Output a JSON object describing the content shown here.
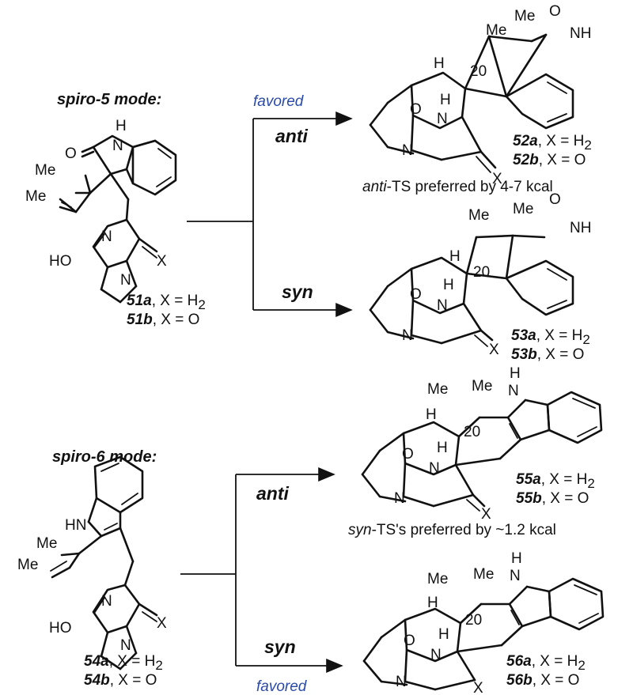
{
  "modes": {
    "spiro5": "spiro-5 mode:",
    "spiro6": "spiro-6 mode:"
  },
  "conditions": {
    "anti": "anti",
    "syn": "syn",
    "favored": "favored"
  },
  "atoms": {
    "H": "H",
    "N": "N",
    "NH": "NH",
    "HN": "HN",
    "O": "O",
    "HO": "HO",
    "Me": "Me",
    "X": "X",
    "c20": "20"
  },
  "compounds": {
    "c51a": {
      "id": "51a",
      "desc": ", X = H",
      "sub": "2"
    },
    "c51b": {
      "id": "51b",
      "desc": ", X = O"
    },
    "c52a": {
      "id": "52a",
      "desc": ", X = H",
      "sub": "2"
    },
    "c52b": {
      "id": "52b",
      "desc": ", X = O"
    },
    "c53a": {
      "id": "53a",
      "desc": ", X = H",
      "sub": "2"
    },
    "c53b": {
      "id": "53b",
      "desc": ", X = O"
    },
    "c54a": {
      "id": "54a",
      "desc": ", X = H",
      "sub": "2"
    },
    "c54b": {
      "id": "54b",
      "desc": ", X = O"
    },
    "c55a": {
      "id": "55a",
      "desc": ", X = H",
      "sub": "2"
    },
    "c55b": {
      "id": "55b",
      "desc": ", X = O"
    },
    "c56a": {
      "id": "56a",
      "desc": ", X = H",
      "sub": "2"
    },
    "c56b": {
      "id": "56b",
      "desc": ", X = O"
    }
  },
  "notes": {
    "anti_pref": {
      "italic": "anti",
      "rest": "-TS preferred by 4-7 kcal"
    },
    "syn_pref": {
      "italic": "syn",
      "rest": "-TS's preferred by ~1.2 kcal"
    }
  }
}
